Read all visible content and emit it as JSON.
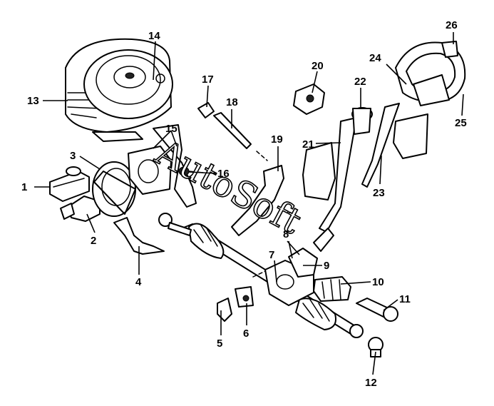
{
  "watermark": "AutoSoft",
  "callouts": [
    {
      "id": "c1",
      "label": "1"
    },
    {
      "id": "c2",
      "label": "2"
    },
    {
      "id": "c3",
      "label": "3"
    },
    {
      "id": "c4",
      "label": "4"
    },
    {
      "id": "c5",
      "label": "5"
    },
    {
      "id": "c6",
      "label": "6"
    },
    {
      "id": "c7",
      "label": "7"
    },
    {
      "id": "c8",
      "label": "8"
    },
    {
      "id": "c9",
      "label": "9"
    },
    {
      "id": "c10",
      "label": "10"
    },
    {
      "id": "c11",
      "label": "11"
    },
    {
      "id": "c12",
      "label": "12"
    },
    {
      "id": "c13",
      "label": "13"
    },
    {
      "id": "c14",
      "label": "14"
    },
    {
      "id": "c15",
      "label": "15"
    },
    {
      "id": "c16",
      "label": "16"
    },
    {
      "id": "c17",
      "label": "17"
    },
    {
      "id": "c18",
      "label": "18"
    },
    {
      "id": "c19",
      "label": "19"
    },
    {
      "id": "c20",
      "label": "20"
    },
    {
      "id": "c21",
      "label": "21"
    },
    {
      "id": "c22",
      "label": "22"
    },
    {
      "id": "c23",
      "label": "23"
    },
    {
      "id": "c24",
      "label": "24"
    },
    {
      "id": "c25",
      "label": "25"
    },
    {
      "id": "c26",
      "label": "26"
    }
  ]
}
